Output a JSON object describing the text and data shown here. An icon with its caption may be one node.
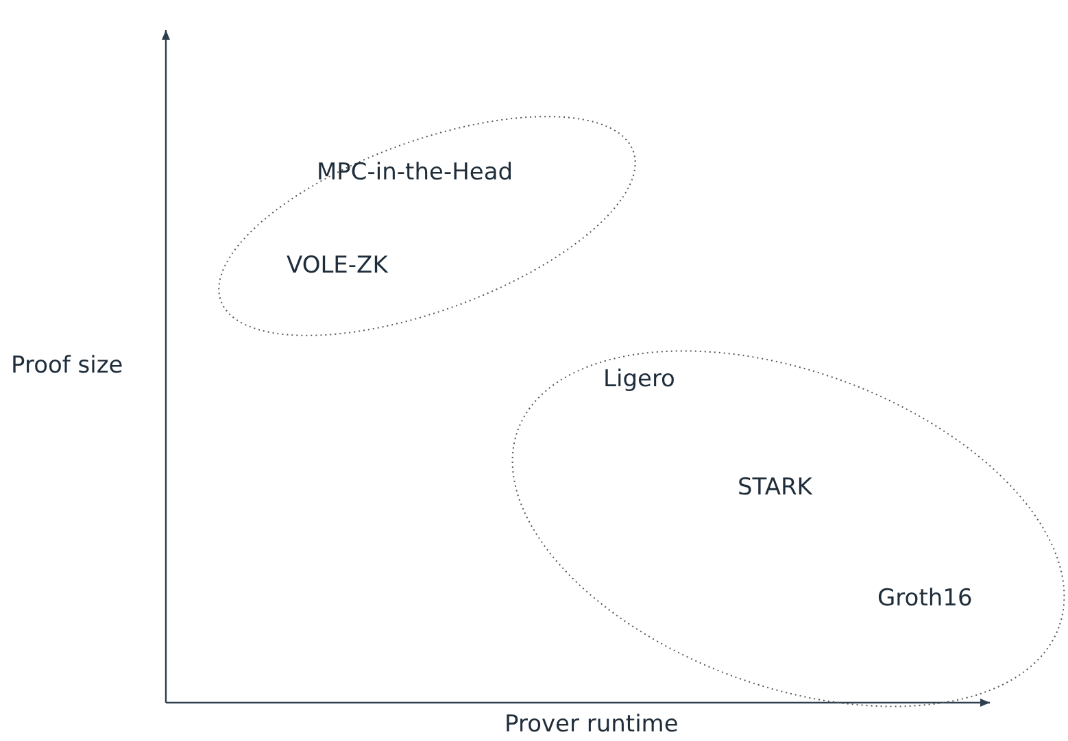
{
  "diagram": {
    "nodes": [
      {
        "text": [
          "MPC-in-the-Head",
          "VOLE-ZK"
        ]
      },
      {
        "text": [
          "Ligero",
          "STARK",
          "Groth16"
        ]
      }
    ],
    "labels": [
      "Proof size",
      "Prover runtime"
    ]
  }
}
